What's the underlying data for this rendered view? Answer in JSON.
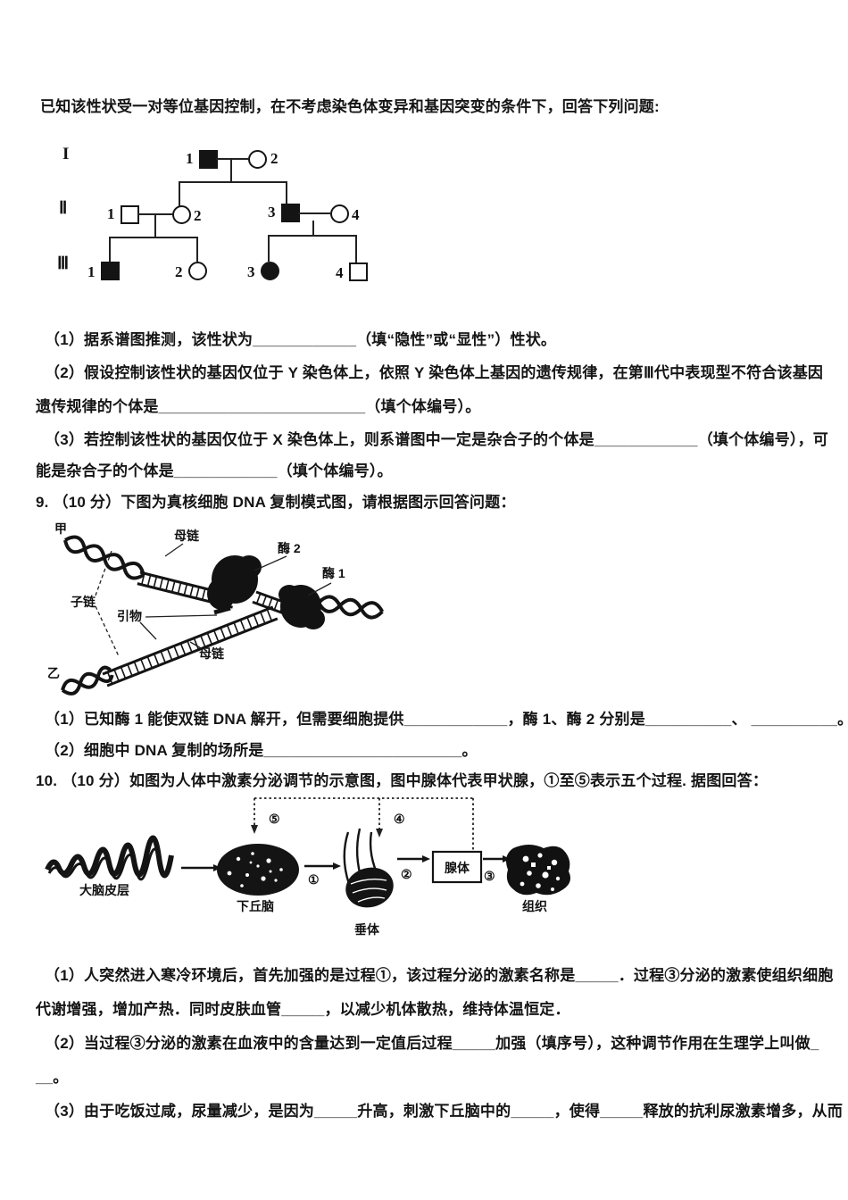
{
  "lines": {
    "intro": "已知该性状受一对等位基因控制，在不考虑染色体变异和基因突变的条件下，回答下列问题:",
    "q8_1": "（1）据系谱图推测，该性状为____________（填“隐性”或“显性”）性状。",
    "q8_2a": "（2）假设控制该性状的基因仅位于 Y 染色体上，依照 Y 染色体上基因的遗传规律，在第Ⅲ代中表现型不符合该基因",
    "q8_2b": "遗传规律的个体是________________________（填个体编号）。",
    "q8_3a": "（3）若控制该性状的基因仅位于 X 染色体上，则系谱图中一定是杂合子的个体是____________（填个体编号），可",
    "q8_3b": "能是杂合子的个体是____________（填个体编号）。",
    "q9": "9. （10 分）下图为真核细胞 DNA 复制模式图，请根据图示回答问题：",
    "q9_1": "（1）已知酶 1 能使双链 DNA 解开，但需要细胞提供____________，酶 1、酶 2 分别是__________、 __________。",
    "q9_2": "（2）细胞中 DNA 复制的场所是_______________________。",
    "q10": "10. （10 分）如图为人体中激素分泌调节的示意图，图中腺体代表甲状腺，①至⑤表示五个过程. 据图回答：",
    "q10_1a": "（1）人突然进入寒冷环境后，首先加强的是过程①，该过程分泌的激素名称是_____．过程③分泌的激素使组织细胞",
    "q10_1b": "代谢增强，增加产热．同时皮肤血管_____，以减少机体散热，维持体温恒定．",
    "q10_2a": "（2）当过程③分泌的激素在血液中的含量达到一定值后过程_____加强（填序号），这种调节作用在生理学上叫做_",
    "q10_2b": "__。",
    "q10_3": "（3）由于吃饭过咸，尿量减少，是因为_____升高，刺激下丘脑中的_____，使得_____释放的抗利尿激素增多，从而"
  },
  "pedigree": {
    "gen": [
      "I",
      "Ⅱ",
      "Ⅲ"
    ],
    "nums": {
      "i1": "1",
      "i2": "2",
      "ii1": "1",
      "ii2": "2",
      "ii3": "3",
      "ii4": "4",
      "iii1": "1",
      "iii2": "2",
      "iii3": "3",
      "iii4": "4"
    }
  },
  "dna": {
    "jia": "甲",
    "yi": "乙",
    "mother_top": "母链",
    "mother_bottom": "母链",
    "daughter": "子链",
    "primer": "引物",
    "enzyme2": "酶 2",
    "enzyme1": "酶 1"
  },
  "hormone": {
    "cortex": "大脑皮层",
    "hypothalamus": "下丘脑",
    "pituitary": "垂体",
    "gland": "腺体",
    "tissue": "组织",
    "n1": "①",
    "n2": "②",
    "n3": "③",
    "n4": "④",
    "n5": "⑤"
  }
}
